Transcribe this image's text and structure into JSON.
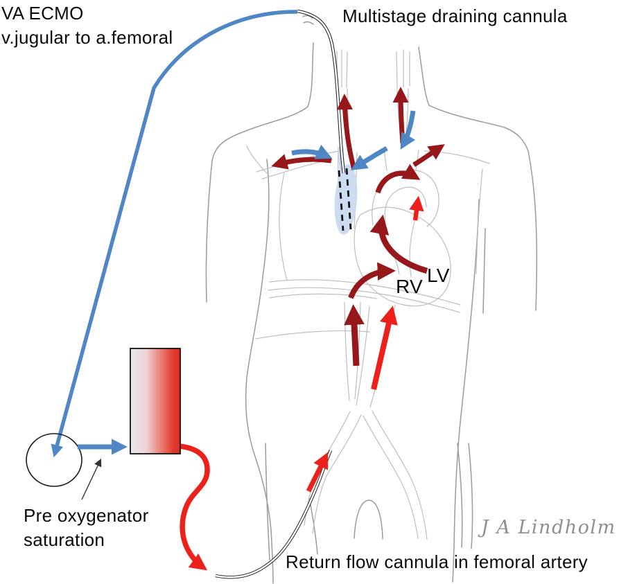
{
  "header": {
    "title_line1": "VA ECMO",
    "title_line2": "v.jugular to a.femoral"
  },
  "annotations": {
    "draining_cannula": "Multistage draining cannula",
    "rv": "RV",
    "lv": "LV",
    "pre_oxygenator_line1": "Pre oxygenator",
    "pre_oxygenator_line2": "saturation",
    "return_cannula": "Return flow cannula in femoral artery",
    "signature": "J A Lindholm"
  },
  "colors": {
    "venous_drainage_blue": "#4e86c6",
    "native_flow_dark_red": "#96181b",
    "return_flow_bright_red": "#ec211c",
    "cannula_site_light_blue": "#c7d9f0",
    "sketch_gray": "#9a9a9a",
    "signature_gray": "#8f8f8f",
    "text_black": "#0a0a0a"
  }
}
